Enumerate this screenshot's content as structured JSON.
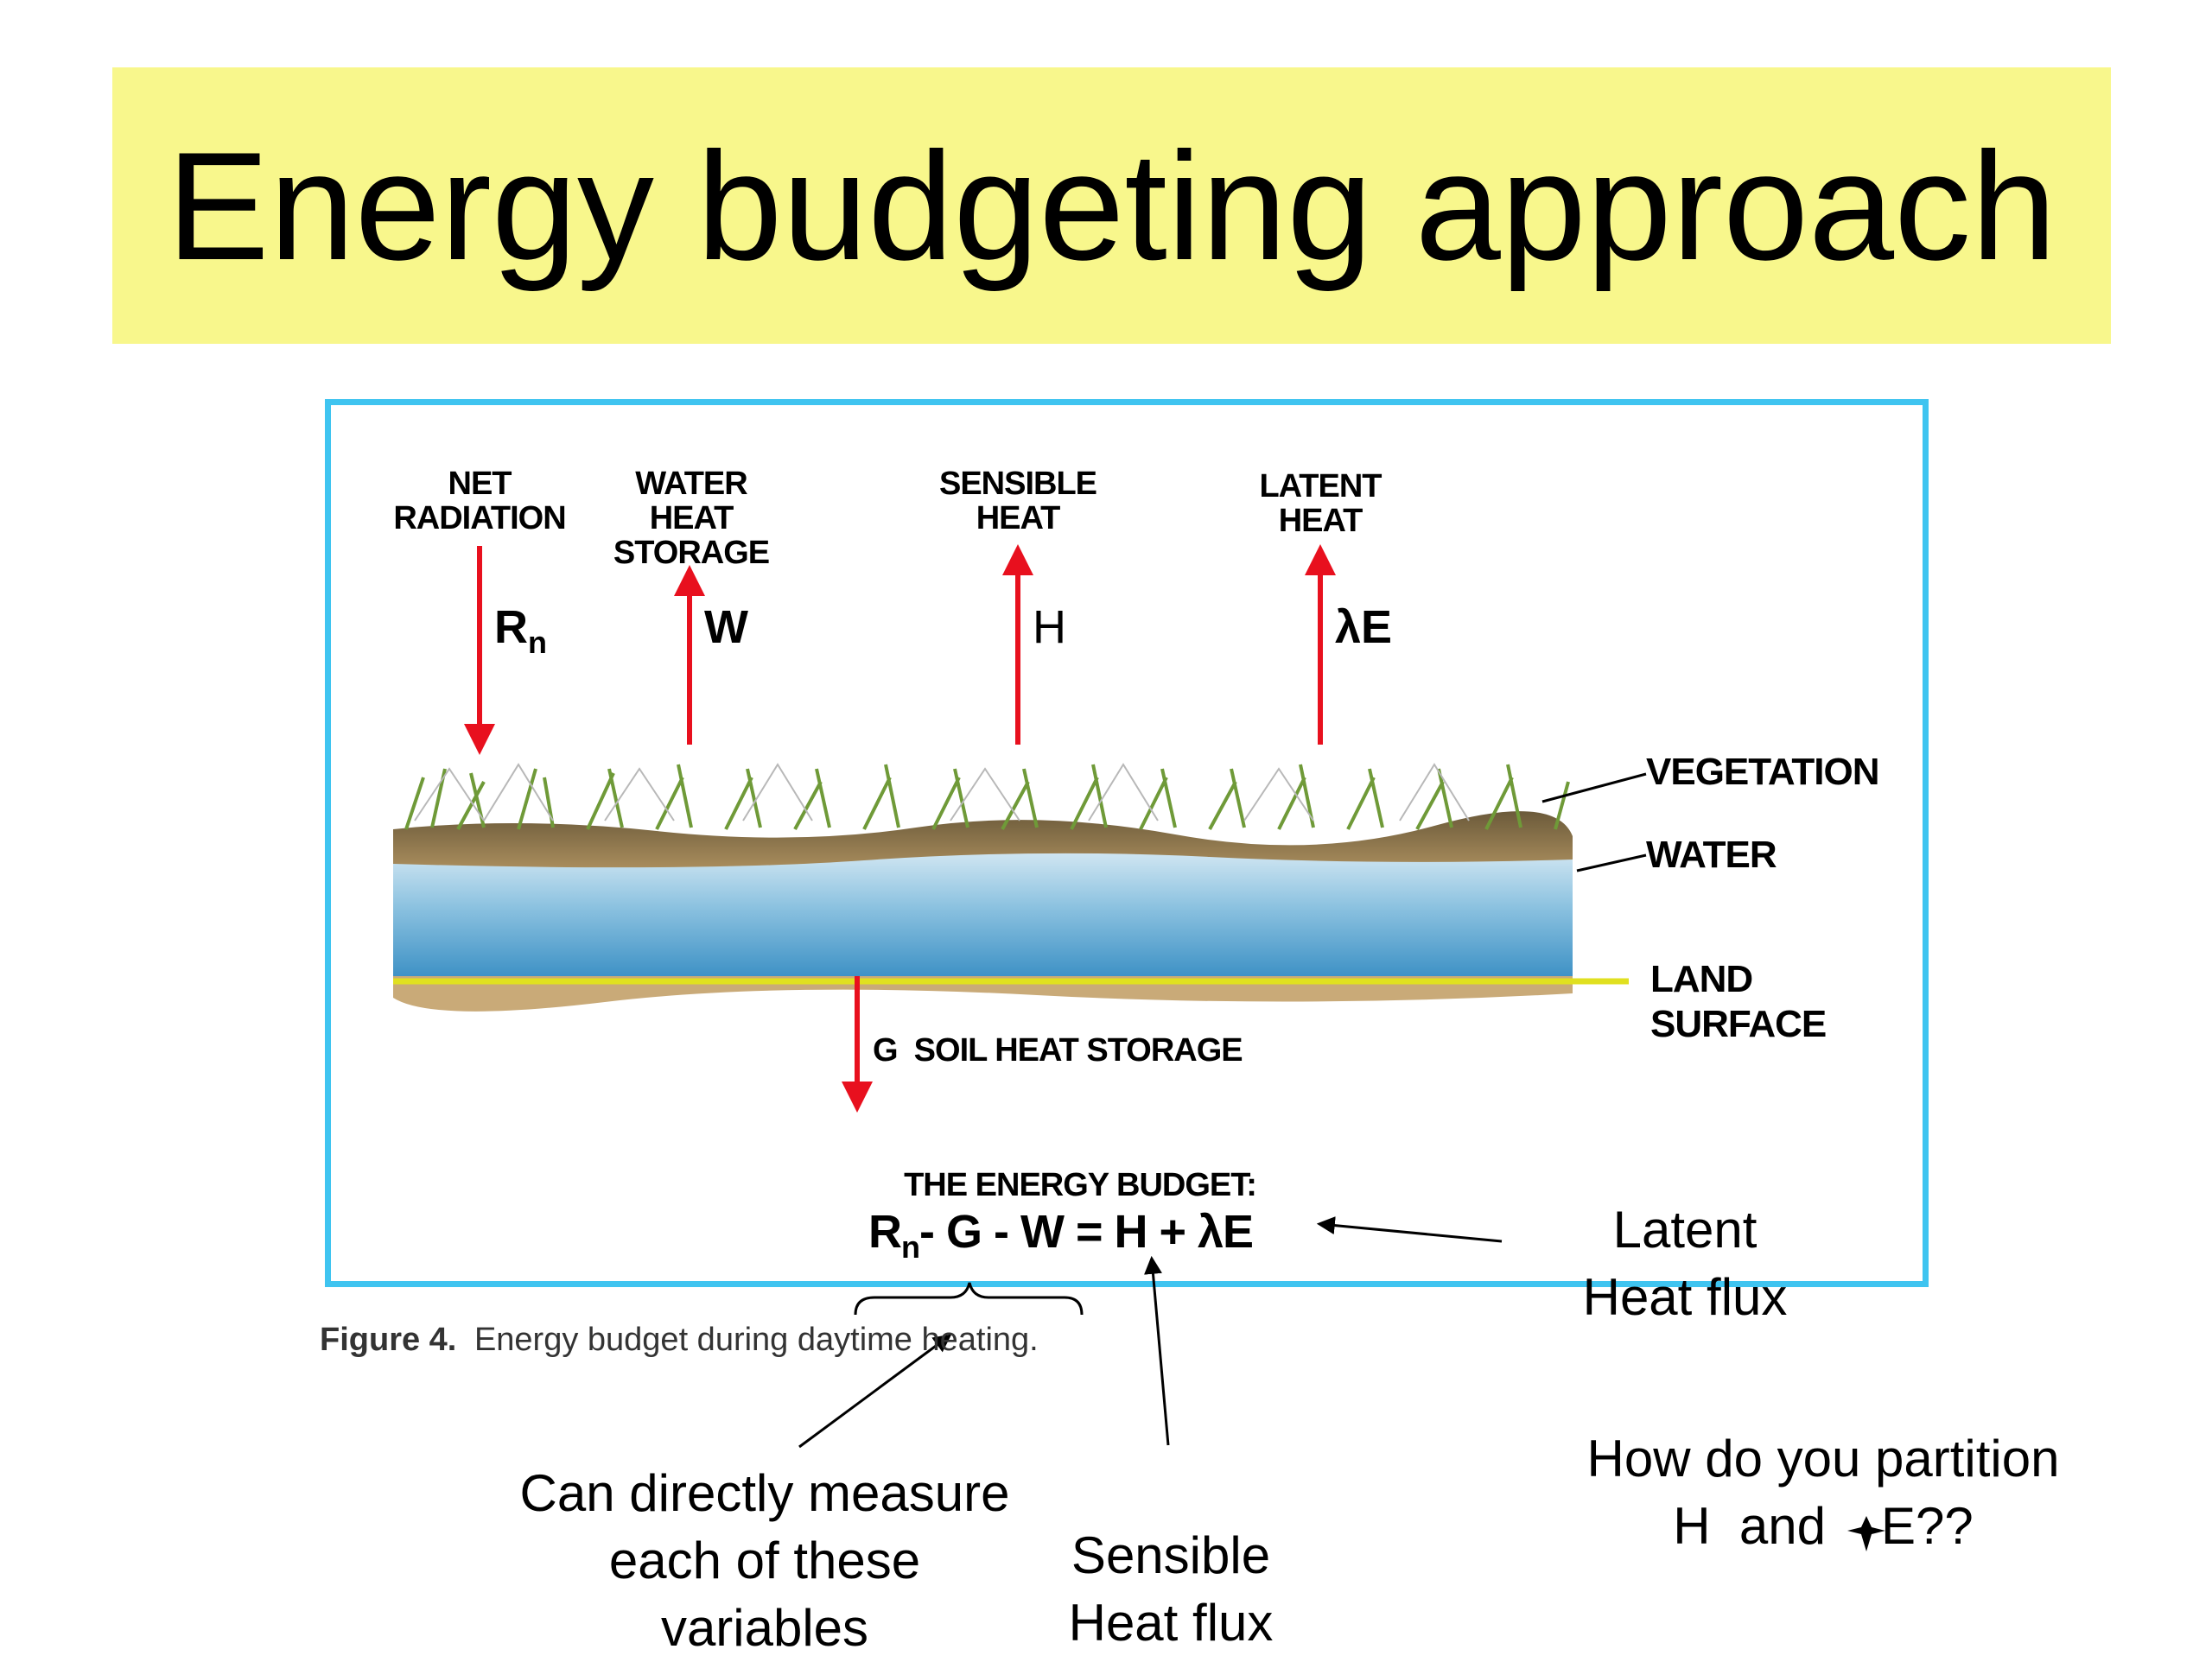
{
  "title": "Energy budgeting approach",
  "figure": {
    "labels": {
      "net_radiation": [
        "NET",
        "RADIATION"
      ],
      "water_heat_storage": [
        "WATER",
        "HEAT",
        "STORAGE"
      ],
      "sensible_heat": [
        "SENSIBLE",
        "HEAT"
      ],
      "latent_heat": [
        "LATENT",
        "HEAT"
      ],
      "vegetation": "VEGETATION",
      "water": "WATER",
      "land_surface": [
        "LAND",
        "SURFACE"
      ],
      "soil_heat_storage": "G  SOIL HEAT STORAGE"
    },
    "symbols": {
      "rn": "R",
      "rn_sub": "n",
      "w": "W",
      "h": "H",
      "le": "λE"
    },
    "budget_heading": "THE ENERGY BUDGET:",
    "equation": {
      "r": "R",
      "sub": "n",
      "rest": "- G - W = H + λE"
    },
    "caption_bold": "Figure 4.",
    "caption_text": "Energy budget during daytime heating."
  },
  "notes": {
    "latent_flux": [
      "Latent",
      "Heat flux"
    ],
    "sensible_flux": [
      "Sensible",
      "Heat flux"
    ],
    "measure": [
      "Can directly measure",
      "each of these",
      "variables"
    ],
    "question_line1": "How do you partition",
    "question_line2_a": "H  and",
    "question_line2_b": "E??"
  },
  "colors": {
    "title_bg": "#f8f78c",
    "frame": "#3fc4f0",
    "arrow": "#e8101e",
    "land_line": "#e0e020"
  }
}
